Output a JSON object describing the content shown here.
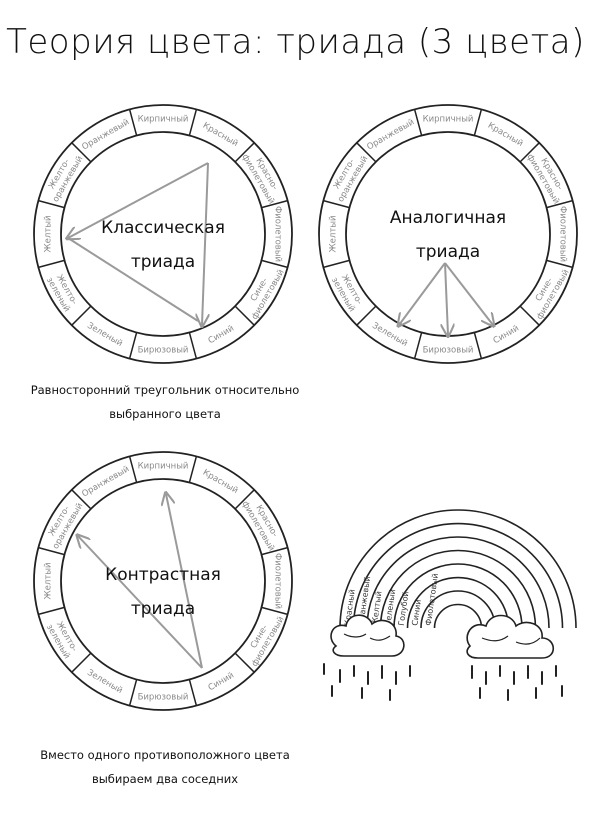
{
  "page_title": "Теория цвета: триада (3 цвета)",
  "wheel_segments": [
    {
      "key": "yo",
      "label": "Желто-оранжевый",
      "lines": [
        "Желто-",
        "оранжевый"
      ]
    },
    {
      "key": "o",
      "label": "Оранжевый",
      "lines": [
        "Оранжевый"
      ]
    },
    {
      "key": "br",
      "label": "Кирпичный",
      "lines": [
        "Кирпичный"
      ]
    },
    {
      "key": "r",
      "label": "Красный",
      "lines": [
        "Красный"
      ]
    },
    {
      "key": "rv",
      "label": "Красно-фиолетовый",
      "lines": [
        "Красно-",
        "фиолетовый"
      ]
    },
    {
      "key": "v",
      "label": "Фиолетовый",
      "lines": [
        "Фиолетовый"
      ]
    },
    {
      "key": "bv",
      "label": "Сине-фиолетовый",
      "lines": [
        "Сине-",
        "фиолетовый"
      ]
    },
    {
      "key": "b",
      "label": "Синий",
      "lines": [
        "Синий"
      ]
    },
    {
      "key": "tq",
      "label": "Бирюзовый",
      "lines": [
        "Бирюзовый"
      ]
    },
    {
      "key": "g",
      "label": "Зеленый",
      "lines": [
        "Зеленый"
      ]
    },
    {
      "key": "yg",
      "label": "Желто-зеленый",
      "lines": [
        "Желто-",
        "зеленый"
      ]
    },
    {
      "key": "y",
      "label": "Желтый",
      "lines": [
        "Желтый"
      ]
    }
  ],
  "wheels": [
    {
      "id": "classic",
      "center_line1": "Классическая",
      "center_line2": "триада",
      "caption_line1": "Равносторонний треугольник относительно",
      "caption_line2": "выбранного цвета"
    },
    {
      "id": "analog",
      "center_line1": "Аналогичная",
      "center_line2": "триада"
    },
    {
      "id": "contrast",
      "center_line1": "Контрастная",
      "center_line2": "триада",
      "caption_line1": "Вместо одного противоположного цвета",
      "caption_line2": "выбираем два соседних"
    }
  ],
  "rainbow_labels": [
    "Красный",
    "Оранжевый",
    "Желтый",
    "Зеленый",
    "Голубой",
    "Синий",
    "Фиолетовый"
  ],
  "colors": {
    "line": "#222222",
    "arrow": "#9a9a9a",
    "segment_text": "#8a8a8a"
  }
}
